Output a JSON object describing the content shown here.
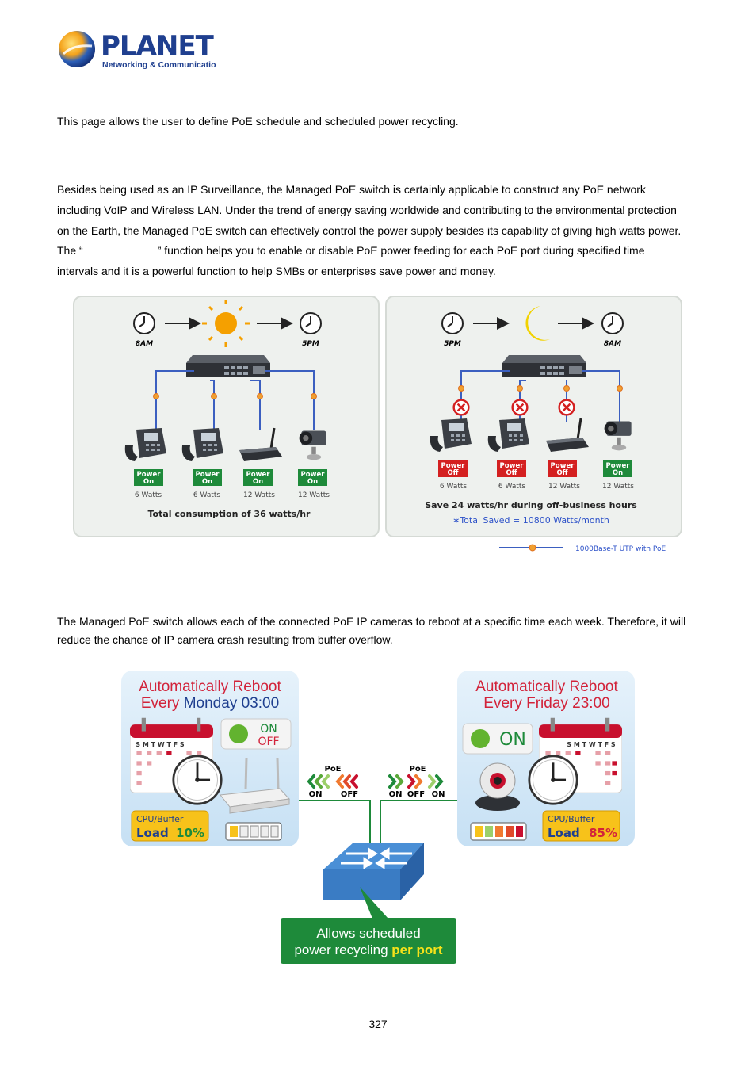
{
  "logo": {
    "brand": "PLANET",
    "tagline": "Networking & Communication"
  },
  "intro": "This page allows the user to define PoE schedule and scheduled power recycling.",
  "schedule_para": {
    "line1": "Besides being used as an IP Surveillance, the Managed PoE switch is certainly applicable to construct any PoE network",
    "line2": "including VoIP and Wireless LAN. Under the trend of energy saving worldwide and contributing to the environmental protection",
    "line3": "on the Earth, the Managed PoE switch can effectively control the power supply besides its capability of giving high watts power.",
    "line4a": "The “",
    "line4b": "” function helps you to enable or disable PoE power feeding for each PoE port during specified time",
    "line5": "intervals and it is a powerful function to help SMBs or enterprises save power and money."
  },
  "fig1": {
    "left": {
      "start_time": "8AM",
      "end_time": "5PM",
      "devices": [
        {
          "status_top": "Power",
          "status_bottom": "On",
          "watts": "6 Watts"
        },
        {
          "status_top": "Power",
          "status_bottom": "On",
          "watts": "6 Watts"
        },
        {
          "status_top": "Power",
          "status_bottom": "On",
          "watts": "12 Watts"
        },
        {
          "status_top": "Power",
          "status_bottom": "On",
          "watts": "12 Watts"
        }
      ],
      "caption": "Total consumption of 36 watts/hr"
    },
    "right": {
      "start_time": "5PM",
      "end_time": "8AM",
      "devices": [
        {
          "status_top": "Power",
          "status_bottom": "Off",
          "watts": "6 Watts"
        },
        {
          "status_top": "Power",
          "status_bottom": "Off",
          "watts": "6 Watts"
        },
        {
          "status_top": "Power",
          "status_bottom": "Off",
          "watts": "12 Watts"
        },
        {
          "status_top": "Power",
          "status_bottom": "On",
          "watts": "12 Watts"
        }
      ],
      "caption": "Save 24 watts/hr during off-business hours",
      "subcaption": "∗Total Saved = 10800 Watts/month"
    },
    "legend": "1000Base-T UTP with PoE",
    "colors": {
      "on": "#1e8a3a",
      "off": "#d42020",
      "line": "#3b5fc0",
      "sun": "#f5a000",
      "moon": "#f2d200"
    }
  },
  "reboot_para": {
    "line1": "The Managed PoE switch allows each of the connected PoE IP cameras to reboot at a specific time each week. Therefore, it will",
    "line2": "reduce the chance of IP camera crash resulting from buffer overflow."
  },
  "fig2": {
    "left": {
      "title1": "Automatically Reboot",
      "title2a": "Every ",
      "title2b": "Monday",
      "title2c": " 03:00",
      "on": "ON",
      "off": "OFF",
      "cpu": "CPU/Buffer",
      "load": "Load",
      "pct": "10%"
    },
    "right": {
      "title1": "Automatically Reboot",
      "title2": "Every Friday 23:00",
      "on": "ON",
      "cpu": "CPU/Buffer",
      "load": "Load",
      "pct": "85%"
    },
    "weekdays": "S M T W T F S",
    "poe_left": {
      "label": "PoE",
      "on": "ON",
      "off": "OFF"
    },
    "poe_right": {
      "label": "PoE",
      "on1": "ON",
      "off": "OFF",
      "on2": "ON"
    },
    "banner1": "Allows scheduled",
    "banner2a": "power recycling ",
    "banner2b": "per port"
  },
  "page_number": "327"
}
